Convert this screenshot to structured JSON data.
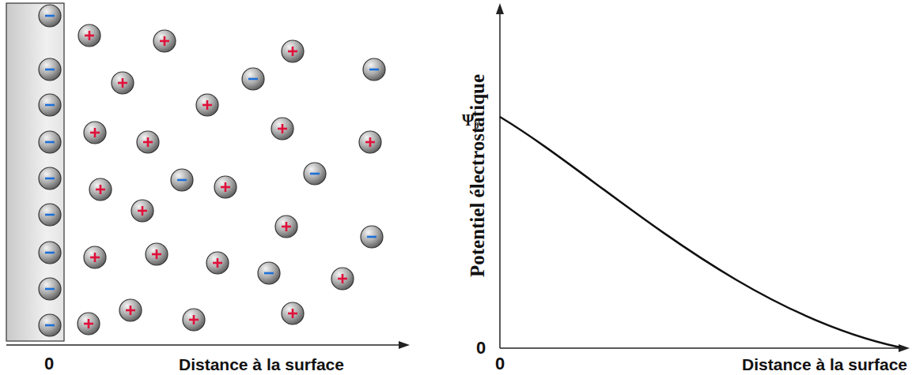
{
  "diagram": {
    "labels": [
      "0",
      "Distance à la surface",
      "Potentiel électrostatique",
      "Ψ₀",
      "0",
      "0",
      "Distance à la surface"
    ]
  }
}
